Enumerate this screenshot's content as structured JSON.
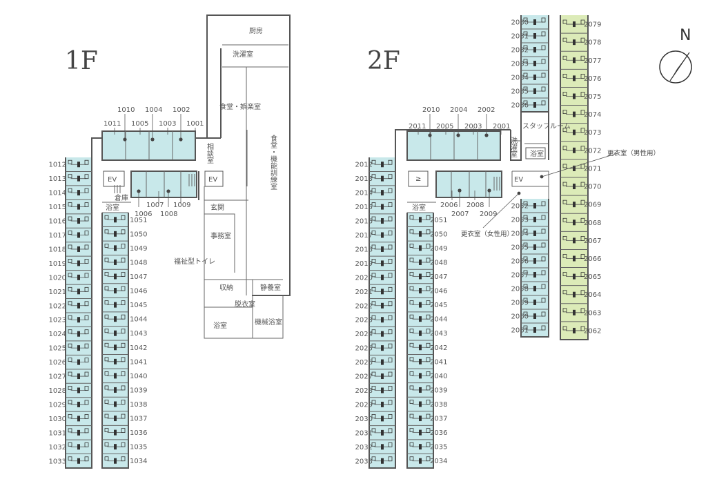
{
  "floors": {
    "f1": {
      "label": "1F"
    },
    "f2": {
      "label": "2F"
    }
  },
  "compass": {
    "label": "N"
  },
  "colors": {
    "room_blue": "#c8e8ea",
    "room_green": "#dcebb8",
    "wall": "#555555",
    "fixture": "#333333"
  },
  "f1_rooms": {
    "left_col": [
      "1012",
      "1013",
      "1014",
      "1015",
      "1016",
      "1017",
      "1018",
      "1019",
      "1020",
      "1021",
      "1022",
      "1023",
      "1024",
      "1025",
      "1026",
      "1027",
      "1028",
      "1029",
      "1030",
      "1031",
      "1032",
      "1033"
    ],
    "right_col": [
      "1051",
      "1050",
      "1049",
      "1048",
      "1047",
      "1046",
      "1045",
      "1044",
      "1043",
      "1042",
      "1041",
      "1040",
      "1039",
      "1038",
      "1037",
      "1036",
      "1035",
      "1034"
    ],
    "top_upper": [
      "1010",
      "1004",
      "1002"
    ],
    "top_lower": [
      "1011",
      "1005",
      "1003",
      "1001"
    ],
    "mid_bottom_a": [
      "1006",
      "1008"
    ],
    "mid_bottom_b": [
      "1007",
      "1009"
    ]
  },
  "f1_areas": {
    "kitchen": "厨房",
    "laundry": "洗濯室",
    "dining_entertainment": "食堂・娯楽室",
    "dining_training": "食堂・機能訓練室",
    "consultation": "相談室",
    "ev_left": "EV",
    "ev_right": "EV",
    "storage": "倉庫",
    "bath_small": "浴室",
    "entrance": "玄関",
    "office": "事務室",
    "welfare_toilet": "福祉型トイレ",
    "closet": "収納",
    "rest_room": "静養室",
    "changing_room": "脱衣室",
    "bathroom": "浴室",
    "machine_bath": "機械浴室"
  },
  "f2_rooms": {
    "left_col": [
      "2012",
      "2013",
      "2014",
      "2015",
      "2016",
      "2017",
      "2018",
      "2019",
      "2020",
      "2021",
      "2022",
      "2023",
      "2024",
      "2025",
      "2026",
      "2027",
      "2028",
      "2029",
      "2030",
      "2031",
      "2032",
      "2033"
    ],
    "right_col": [
      "2051",
      "2050",
      "2049",
      "2048",
      "2047",
      "2046",
      "2045",
      "2044",
      "2043",
      "2042",
      "2041",
      "2040",
      "2039",
      "2038",
      "2037",
      "2036",
      "2035",
      "2034"
    ],
    "top_upper": [
      "2010",
      "2004",
      "2002"
    ],
    "top_lower": [
      "2011",
      "2005",
      "2003",
      "2001"
    ],
    "mid_bottom_a": [
      "2006",
      "2008"
    ],
    "mid_bottom_b": [
      "2007",
      "2009"
    ],
    "east_left_top": [
      "2080",
      "2081",
      "2082",
      "2083",
      "2084",
      "2085",
      "2086"
    ],
    "east_left_bottom": [
      "2052",
      "2053",
      "2054",
      "2055",
      "2056",
      "2057",
      "2058",
      "2059",
      "2060",
      "2061"
    ],
    "east_right": [
      "2079",
      "2078",
      "2077",
      "2076",
      "2075",
      "2074",
      "2073",
      "2072",
      "2071",
      "2070",
      "2069",
      "2068",
      "2067",
      "2066",
      "2065",
      "2064",
      "2063",
      "2062"
    ]
  },
  "f2_areas": {
    "staff_room": "スタッフルーム",
    "laundry": "洗濯室",
    "bath_staff": "浴室",
    "locker_male": "更衣室（男性用）",
    "locker_female": "更衣室（女性用）",
    "ev": "EV",
    "bath_small": "浴室",
    "stair_glyph": "≥"
  }
}
